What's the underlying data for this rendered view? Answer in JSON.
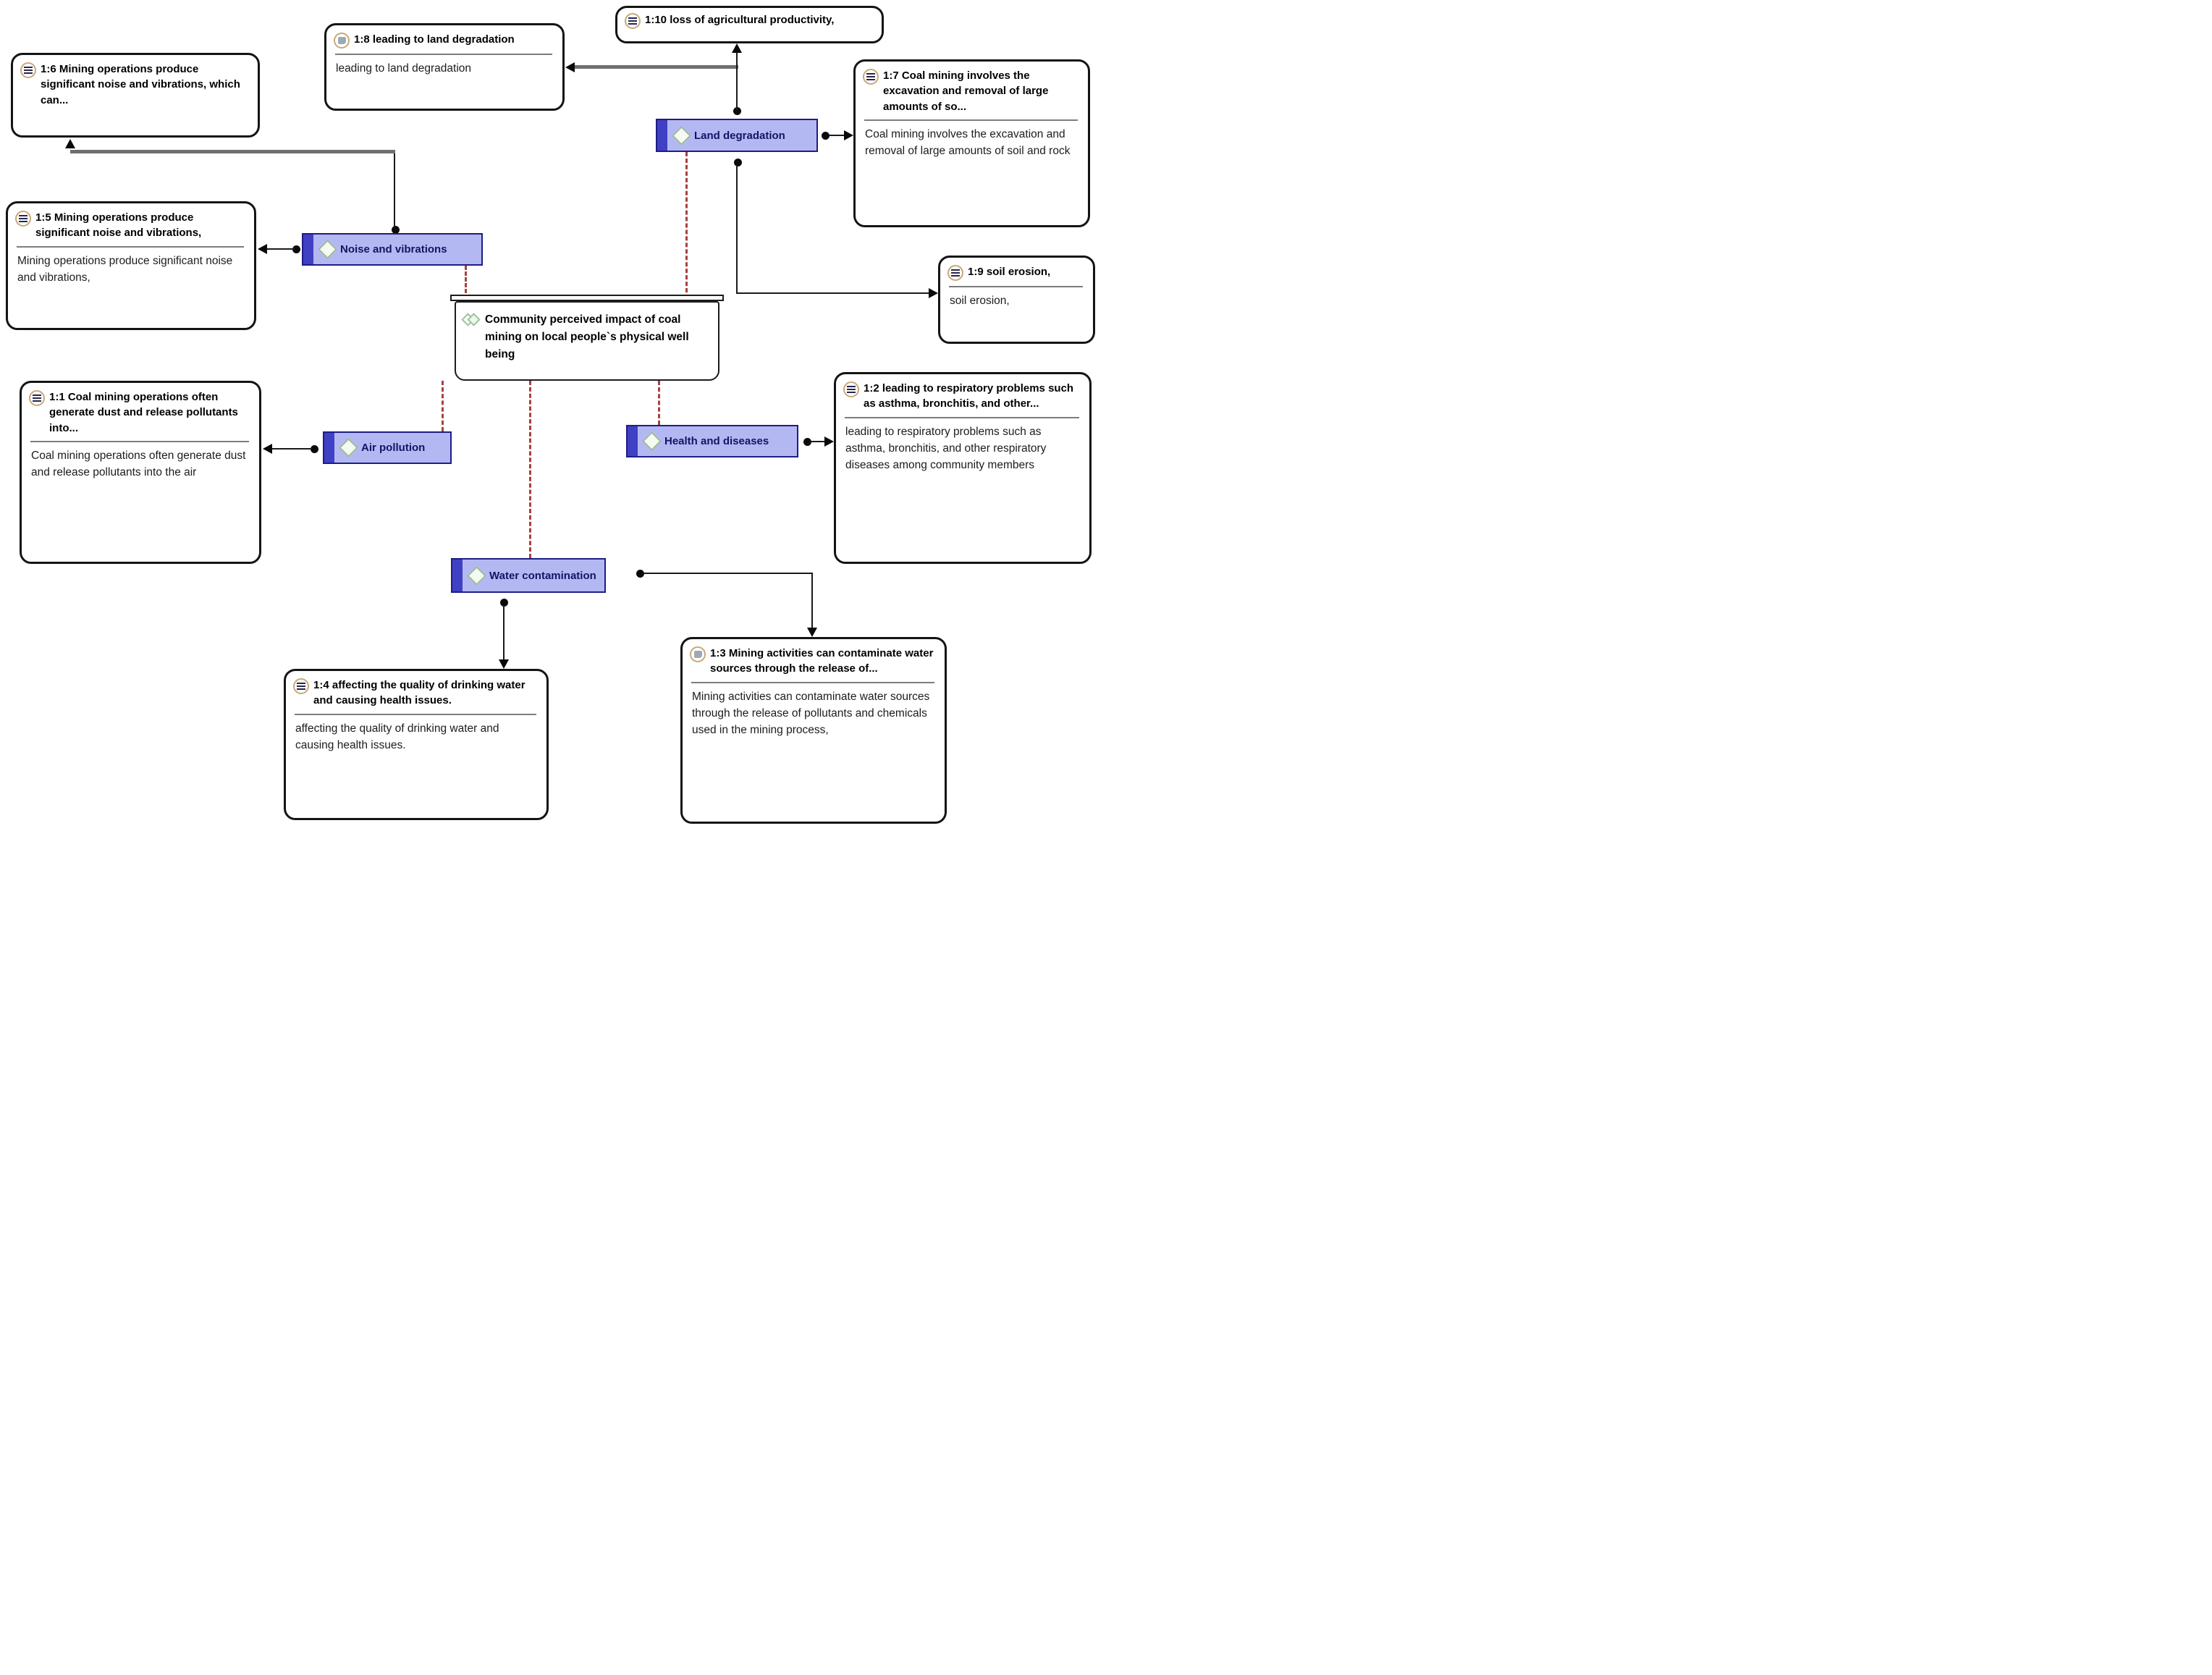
{
  "diagram": {
    "central": {
      "label": "Community perceived impact of coal mining on local people`s physical well being"
    },
    "nodes": {
      "noise": {
        "label": "Noise and vibrations"
      },
      "land": {
        "label": "Land degradation"
      },
      "air": {
        "label": "Air pollution"
      },
      "health": {
        "label": "Health and diseases"
      },
      "water": {
        "label": "Water contamination"
      }
    },
    "quotes": {
      "q16": {
        "title": "1:6 Mining operations produce significant noise and vibrations, which can..."
      },
      "q18": {
        "title": "1:8 leading to land degradation",
        "body": "leading to land degradation"
      },
      "q110": {
        "title": "1:10 loss of agricultural productivity,"
      },
      "q17": {
        "title": "1:7 Coal mining involves the excavation and removal of large amounts of so...",
        "body": "Coal mining involves the excavation and removal of large amounts of soil  and rock"
      },
      "q15": {
        "title": "1:5 Mining operations produce significant noise and vibrations,",
        "body": "Mining operations produce significant noise and vibrations,"
      },
      "q19": {
        "title": "1:9 soil erosion,",
        "body": "soil erosion,"
      },
      "q11": {
        "title": "1:1 Coal mining operations often generate dust and release pollutants into...",
        "body": "Coal mining operations often generate dust and release pollutants into the air"
      },
      "q12": {
        "title": "1:2 leading to respiratory problems such as asthma, bronchitis, and other...",
        "body": "leading to respiratory problems such as asthma, bronchitis, and other respiratory diseases  among community members"
      },
      "q14": {
        "title": "1:4 affecting the quality of drinking water and  causing health issues.",
        "body": "affecting the quality of drinking water and  causing health issues."
      },
      "q13": {
        "title": "1:3 Mining activities can contaminate water sources through the release of...",
        "body": "Mining activities can contaminate water sources through the release of  pollutants and chemicals used in the mining process,"
      }
    },
    "colors": {
      "node_fill": "#b4b8f2",
      "node_border": "#1d1d86",
      "node_strip": "#4040c4",
      "node_label": "#141464",
      "quote_border": "#141414",
      "icon_ring": "#c8a878",
      "edge_gray": "#6f6f6f",
      "edge_black": "#1a1a1a",
      "dotted_red": "#a84040"
    }
  }
}
